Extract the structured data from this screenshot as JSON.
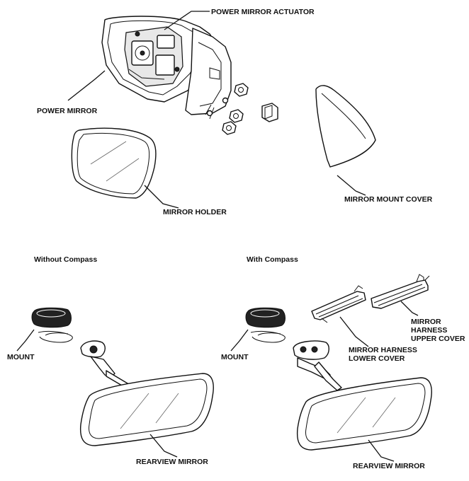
{
  "sections": {
    "without_compass": "Without Compass",
    "with_compass": "With Compass"
  },
  "labels": {
    "power_mirror_actuator": "POWER MIRROR ACTUATOR",
    "power_mirror": "POWER MIRROR",
    "mirror_holder": "MIRROR HOLDER",
    "mirror_mount_cover": "MIRROR MOUNT COVER",
    "mount_left": "MOUNT",
    "rearview_mirror_left": "REARVIEW MIRROR",
    "mount_right": "MOUNT",
    "mirror_harness_lower_cover_1": "MIRROR HARNESS",
    "mirror_harness_lower_cover_2": "LOWER COVER",
    "mirror_harness_upper_cover_1": "MIRROR",
    "mirror_harness_upper_cover_2": "HARNESS",
    "mirror_harness_upper_cover_3": "UPPER COVER",
    "rearview_mirror_right": "REARVIEW MIRROR"
  }
}
